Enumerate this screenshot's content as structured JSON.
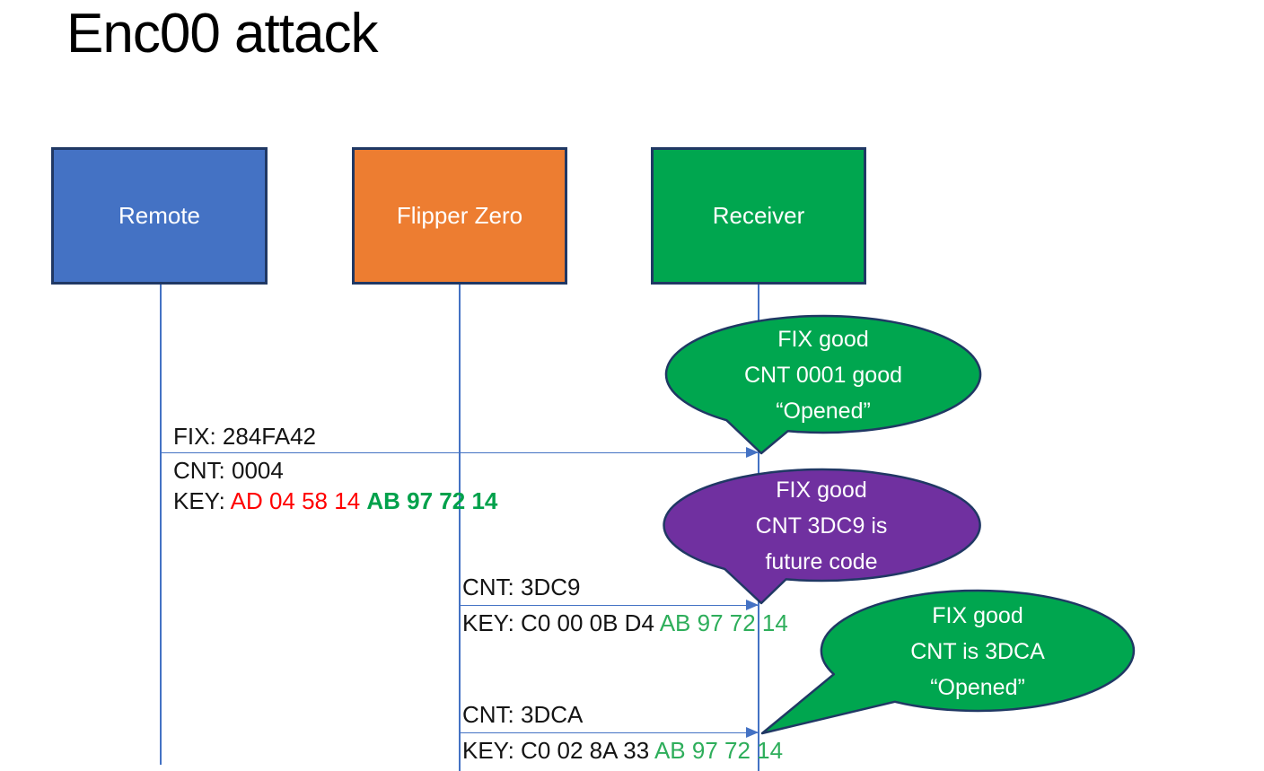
{
  "title": "Enc00 attack",
  "colors": {
    "actor_remote": "#4472C4",
    "actor_flipper": "#ED7D31",
    "actor_receiver": "#00A64F",
    "bubble_green": "#00A64F",
    "bubble_purple": "#7030A0",
    "outline_navy": "#203864",
    "arrow_blue": "#4472C4",
    "key_red": "#FF0000",
    "key_green": "#2EAE5B"
  },
  "actors": [
    {
      "label": "Remote",
      "fill": "#4472C4"
    },
    {
      "label": "Flipper Zero",
      "fill": "#ED7D31"
    },
    {
      "label": "Receiver",
      "fill": "#00A64F"
    }
  ],
  "messages": [
    {
      "from": "Remote",
      "to": "Receiver",
      "fix": "FIX: 284FA42",
      "cnt": "CNT: 0004",
      "key_prefix": "KEY: ",
      "key_red": "AD 04 58 14 ",
      "key_green": "AB 97 72 14"
    },
    {
      "from": "Flipper Zero",
      "to": "Receiver",
      "cnt": "CNT: 3DC9",
      "key_prefix": "KEY: C0 00 0B D4 ",
      "key_green": "AB 97 72 14"
    },
    {
      "from": "Flipper Zero",
      "to": "Receiver",
      "cnt": "CNT: 3DCA",
      "key_prefix": "KEY: C0 02 8A 33 ",
      "key_green": "AB 97 72 14"
    }
  ],
  "bubbles": [
    {
      "fill": "#00A64F",
      "lines": [
        "FIX good",
        "CNT 0001 good",
        "“Opened”"
      ]
    },
    {
      "fill": "#7030A0",
      "lines": [
        "FIX good",
        "CNT 3DC9 is",
        "future code"
      ]
    },
    {
      "fill": "#00A64F",
      "lines": [
        "FIX good",
        "CNT is 3DCA",
        "“Opened”"
      ]
    }
  ]
}
